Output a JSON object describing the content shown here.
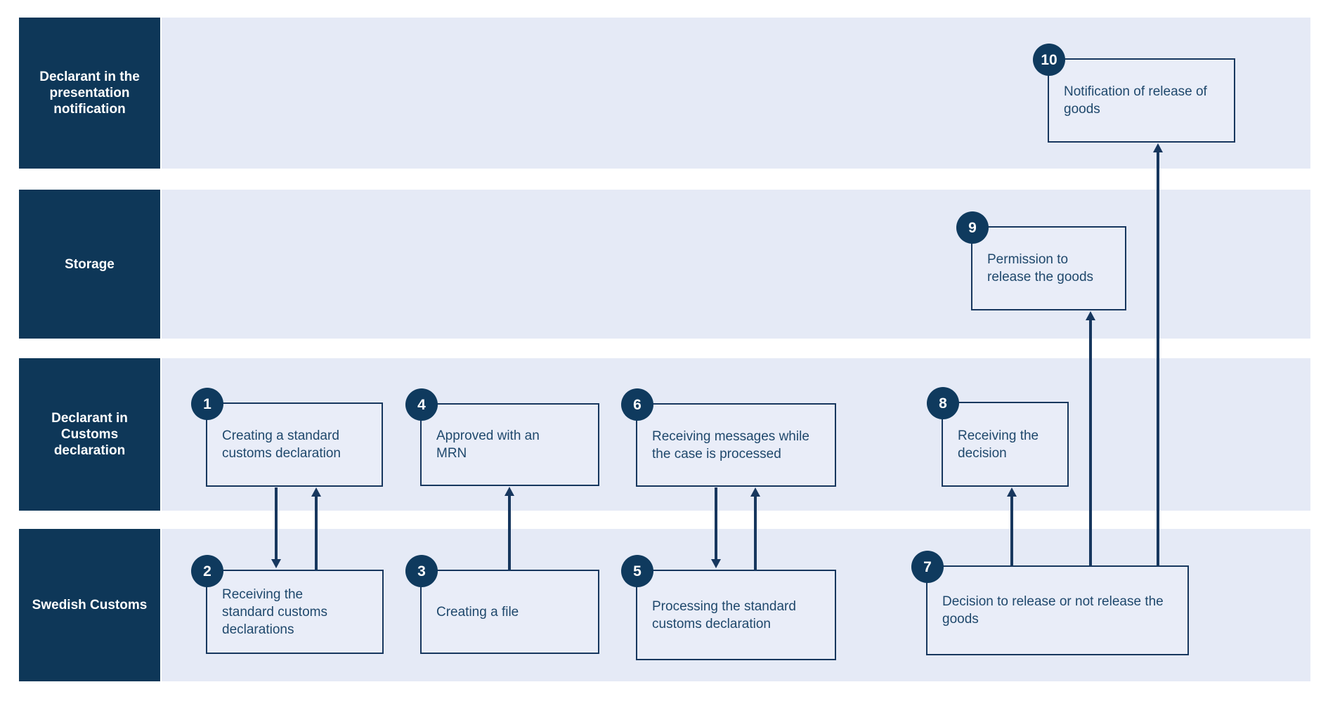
{
  "diagram": {
    "lanes": [
      {
        "label": "Declarant in the presentation notification"
      },
      {
        "label": "Storage"
      },
      {
        "label": "Declarant in Customs declaration"
      },
      {
        "label": "Swedish Customs"
      }
    ],
    "steps": [
      {
        "number": "1",
        "label": "Creating a standard customs declaration",
        "lane": "Declarant in Customs declaration"
      },
      {
        "number": "2",
        "label": "Receiving the standard customs declarations",
        "lane": "Swedish Customs"
      },
      {
        "number": "3",
        "label": "Creating a file",
        "lane": "Swedish Customs"
      },
      {
        "number": "4",
        "label": "Approved with an MRN",
        "lane": "Declarant in Customs declaration"
      },
      {
        "number": "5",
        "label": "Processing the standard customs declaration",
        "lane": "Swedish Customs"
      },
      {
        "number": "6",
        "label": "Receiving messages while the case is processed",
        "lane": "Declarant in Customs declaration"
      },
      {
        "number": "7",
        "label": "Decision to release or not release the goods",
        "lane": "Swedish Customs"
      },
      {
        "number": "8",
        "label": "Receiving the decision",
        "lane": "Declarant in Customs declaration"
      },
      {
        "number": "9",
        "label": "Permission to release the goods",
        "lane": "Storage"
      },
      {
        "number": "10",
        "label": "Notification of release of goods",
        "lane": "Declarant in the presentation notification"
      }
    ],
    "connections": [
      {
        "from": "1",
        "to": "2",
        "direction": "down"
      },
      {
        "from": "2",
        "to": "1",
        "direction": "up"
      },
      {
        "from": "3",
        "to": "4",
        "direction": "up"
      },
      {
        "from": "6",
        "to": "5",
        "direction": "down"
      },
      {
        "from": "5",
        "to": "6",
        "direction": "up"
      },
      {
        "from": "7",
        "to": "8",
        "direction": "up"
      },
      {
        "from": "7",
        "to": "9",
        "direction": "up"
      },
      {
        "from": "7",
        "to": "10",
        "direction": "up"
      }
    ],
    "colors": {
      "lane_header": "#0E3758",
      "lane_body": "#E5EAF6",
      "box_fill": "#E9EDF8",
      "box_border": "#17375E",
      "badge": "#0F3A5E",
      "arrow": "#17375E",
      "box_text": "#1F486C",
      "lane_label_text": "#FFFFFF",
      "background": "#FFFFFF"
    }
  }
}
